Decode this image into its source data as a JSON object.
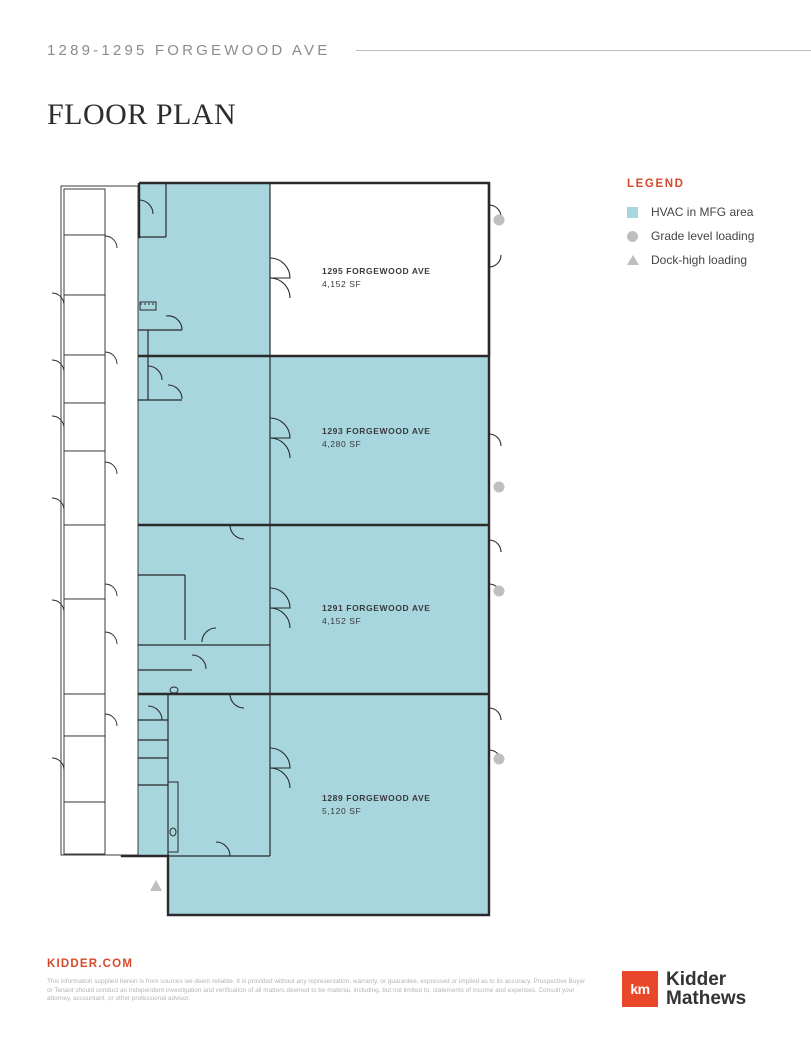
{
  "header": {
    "address": "1289-1295 FORGEWOOD AVE",
    "title": "FLOOR PLAN"
  },
  "legend": {
    "title": "LEGEND",
    "items": [
      {
        "label": "HVAC in MFG area",
        "symbol": "square",
        "color": "#a7d6df"
      },
      {
        "label": "Grade level loading",
        "symbol": "circle",
        "color": "#bfbfbf"
      },
      {
        "label": "Dock-high loading",
        "symbol": "triangle",
        "color": "#bfbfbf"
      }
    ]
  },
  "units": [
    {
      "name": "1295 FORGEWOOD AVE",
      "area": "4,152 SF"
    },
    {
      "name": "1293 FORGEWOOD AVE",
      "area": "4,280 SF"
    },
    {
      "name": "1291 FORGEWOOD AVE",
      "area": "4,152 SF"
    },
    {
      "name": "1289 FORGEWOOD AVE",
      "area": "5,120 SF"
    }
  ],
  "footer": {
    "website": "KIDDER.COM",
    "disclaimer": "This information supplied herein is from sources we deem reliable. It is provided without any representation, warranty, or guarantee, expressed or implied as to its accuracy. Prospective Buyer or Tenant should conduct an independent investigation and verification of all matters deemed to be material, including, but not limited to, statements of income and expenses. Consult your attorney, accountant, or other professional advisor.",
    "logo_mark": "km",
    "logo_line1": "Kidder",
    "logo_line2": "Mathews"
  },
  "colors": {
    "hvac": "#a7d6df",
    "accent": "#d64a2c",
    "loading": "#bfbfbf"
  }
}
